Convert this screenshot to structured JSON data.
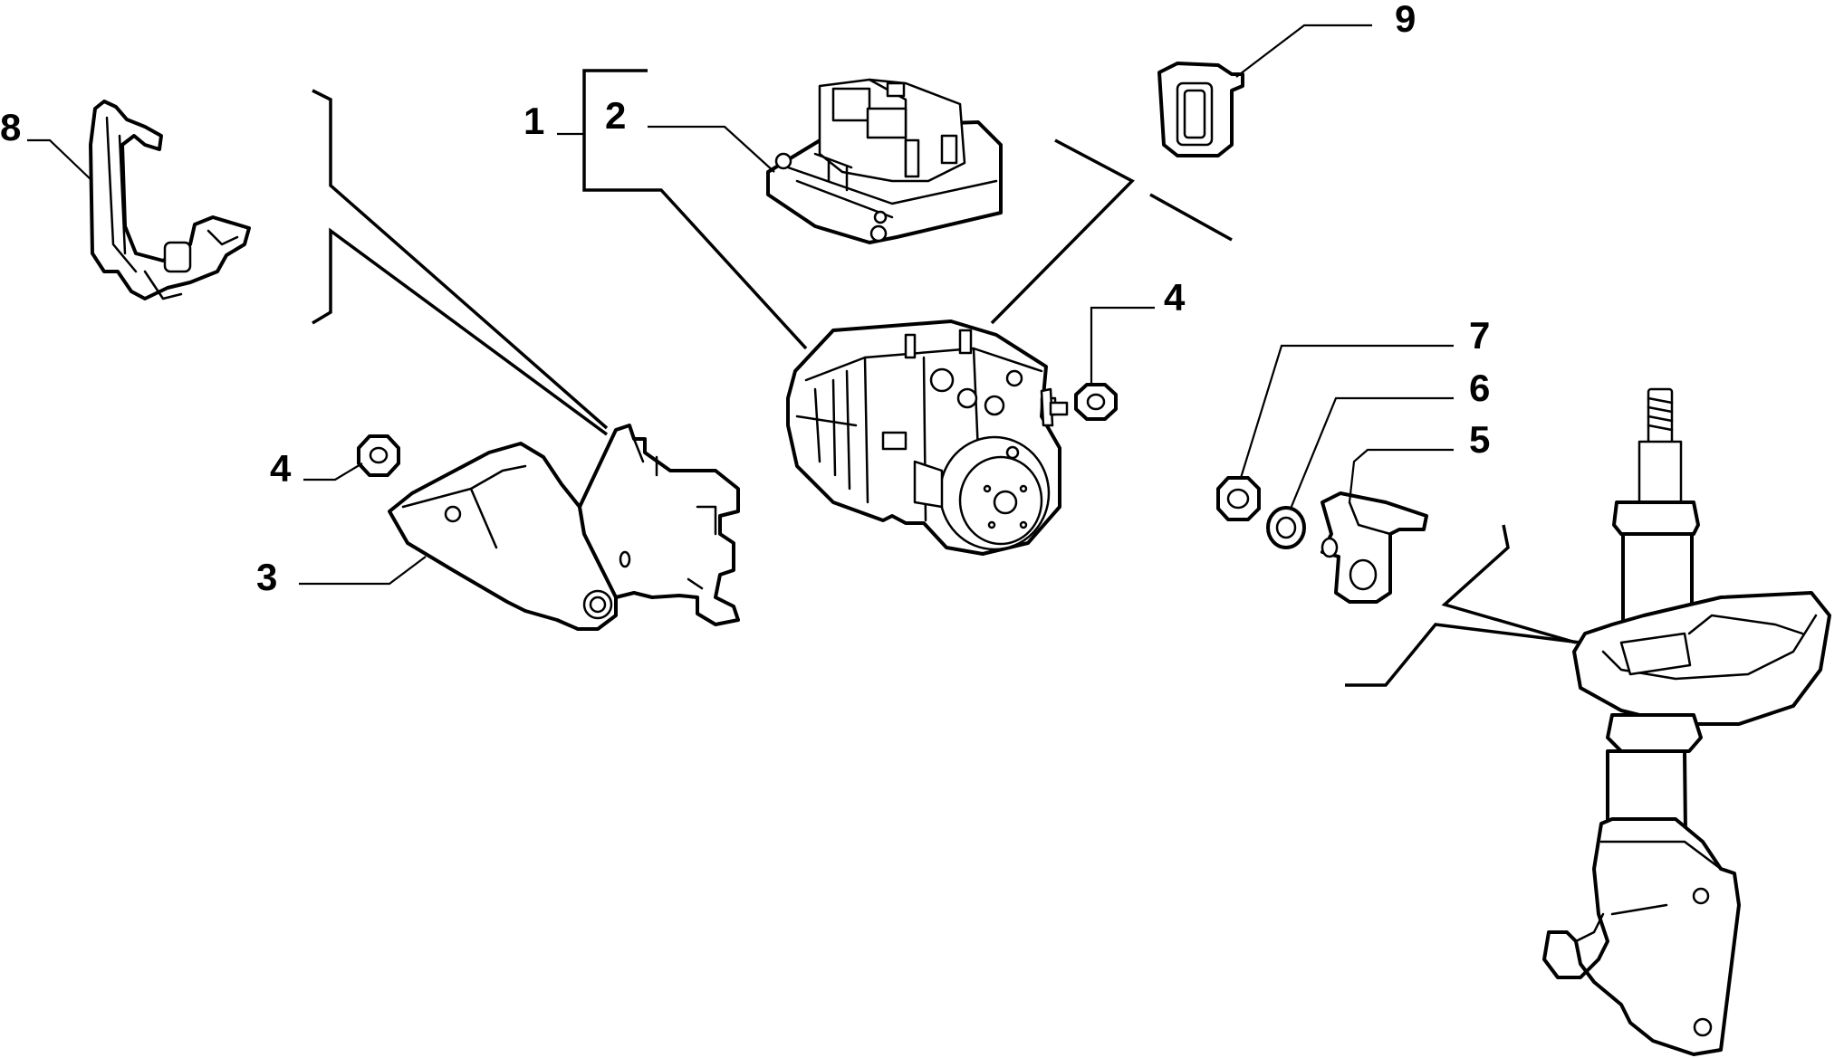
{
  "diagram": {
    "callouts": [
      {
        "id": "1",
        "label": "1"
      },
      {
        "id": "2",
        "label": "2"
      },
      {
        "id": "3",
        "label": "3"
      },
      {
        "id": "4a",
        "label": "4"
      },
      {
        "id": "4b",
        "label": "4"
      },
      {
        "id": "5",
        "label": "5"
      },
      {
        "id": "6",
        "label": "6"
      },
      {
        "id": "7",
        "label": "7"
      },
      {
        "id": "8",
        "label": "8"
      },
      {
        "id": "9",
        "label": "9"
      }
    ]
  }
}
